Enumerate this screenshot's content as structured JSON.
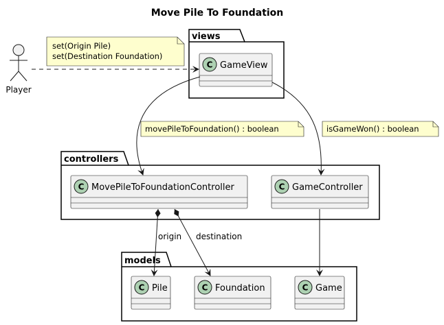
{
  "diagram": {
    "title": "Move Pile To Foundation",
    "actor": {
      "name": "Player"
    },
    "actor_note": {
      "lines": [
        "set(Origin Pile)",
        "set(Destination Foundation)"
      ]
    },
    "packages": {
      "views": "views",
      "controllers": "controllers",
      "models": "models"
    },
    "classes": {
      "game_view": "GameView",
      "move_controller": "MovePileToFoundationController",
      "game_controller": "GameController",
      "pile": "Pile",
      "foundation": "Foundation",
      "game": "Game"
    },
    "class_stereotype_letter": "C",
    "edge_notes": {
      "move": "movePileToFoundation() : boolean",
      "won": "isGameWon() : boolean"
    },
    "edge_labels": {
      "origin": "origin",
      "destination": "destination"
    },
    "colors": {
      "class_fill": "#f1f1f1",
      "class_border": "#181818",
      "stereotype_circle": "#add1b2",
      "note_fill": "#fefece",
      "package_fill": "#ffffff"
    }
  }
}
